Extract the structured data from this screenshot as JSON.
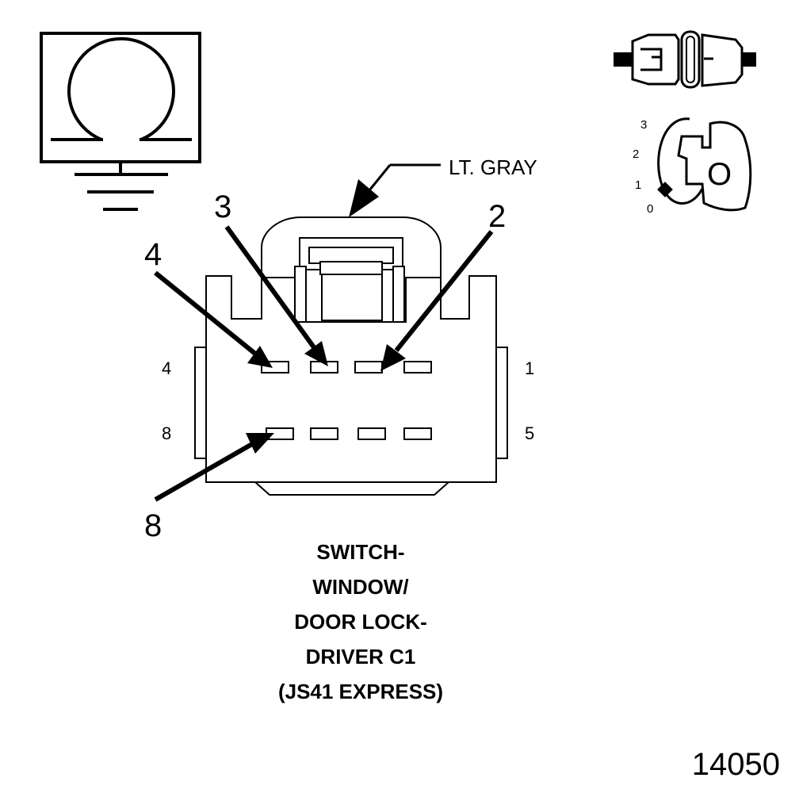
{
  "connector_color": "LT. GRAY",
  "callouts": {
    "c4": "4",
    "c3": "3",
    "c2": "2",
    "c8": "8"
  },
  "pin_labels": {
    "top_left": "4",
    "top_right": "1",
    "bottom_left": "8",
    "bottom_right": "5"
  },
  "key_positions": [
    "3",
    "2",
    "1",
    "0"
  ],
  "key_face": "O",
  "caption_lines": [
    "SWITCH-",
    "WINDOW/",
    "DOOR LOCK-",
    "DRIVER C1",
    "(JS41 EXPRESS)"
  ],
  "figure_number": "14050",
  "icons": [
    "ohmmeter-icon",
    "connector-disconnected-icon",
    "ignition-key-icon"
  ]
}
